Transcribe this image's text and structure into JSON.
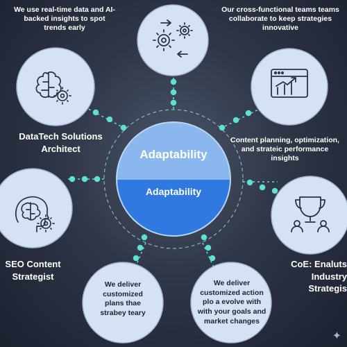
{
  "center": {
    "top_label": "Adaptability",
    "bottom_label": "Adaptability"
  },
  "nodes": {
    "top_left_caption": "We use real-time data and AI-backed insights to spot trends early",
    "top_right_caption": "Our cross-functional teams teams collaborate to keep strategies innovative",
    "left_label": "DataTech Solutions Architect",
    "right_caption": "Content planning, optimization, and strateic performance insights",
    "bottom_left_label": "SEO Content Strategist",
    "bottom_right_label": "CoE: Enaluts Industry Strategis",
    "bottom_circle_left_text": "We deliver customized plans thae strabey teary",
    "bottom_circle_right_text": "We deliver customized action plo a evolve with with your goals and market changes"
  },
  "icons": {
    "top": "gears-arrows-icon",
    "upper_left": "brain-gear-icon",
    "upper_right": "browser-growth-chart-icon",
    "lower_left": "head-brain-gear-icon",
    "lower_right": "trophy-team-icon",
    "corner": "sparkle-icon"
  },
  "colors": {
    "circle_fill": "#d4e2f3",
    "connector": "#5ee0d3",
    "center_top": "#8ab8ee",
    "center_bottom": "#2f79e0"
  }
}
